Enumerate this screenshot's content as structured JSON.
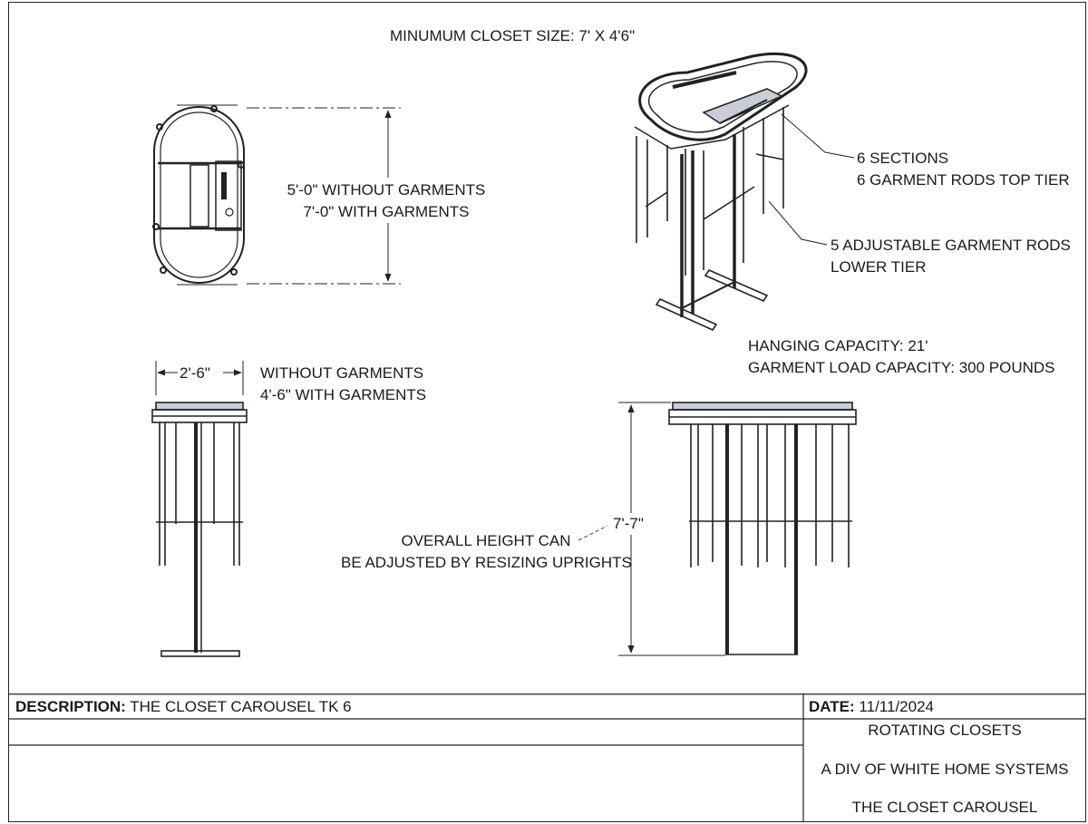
{
  "notes": {
    "min_closet": "MINUMUM CLOSET SIZE: 7' X 4'6\"",
    "depth_line1": "5'-0\" WITHOUT GARMENTS",
    "depth_line2": "7'-0\" WITH GARMENTS",
    "sections_line1": "6 SECTIONS",
    "sections_line2": "6 GARMENT RODS TOP TIER",
    "lower_line1": "5 ADJUSTABLE GARMENT RODS",
    "lower_line2": "LOWER TIER",
    "hanging": "HANGING CAPACITY: 21'",
    "load": "GARMENT LOAD CAPACITY: 300 POUNDS",
    "width_dim": "2'-6\"",
    "width_line1": "WITHOUT GARMENTS",
    "width_line2": "4'-6\" WITH GARMENTS",
    "height_dim": "7'-7\"",
    "height_line1": "OVERALL HEIGHT CAN",
    "height_line2": "BE ADJUSTED BY RESIZING UPRIGHTS"
  },
  "title_block": {
    "description_label": "DESCRIPTION:",
    "description_value": "THE CLOSET CAROUSEL TK 6",
    "date_label": "DATE:",
    "date_value": "11/11/2024",
    "company_line1": "ROTATING CLOSETS",
    "company_line2": "A DIV OF WHITE HOME SYSTEMS",
    "company_line3": "THE CLOSET CAROUSEL"
  },
  "colors": {
    "line": "#222222",
    "accent": "#3a5fcd",
    "plate": "#c8cdd6"
  }
}
